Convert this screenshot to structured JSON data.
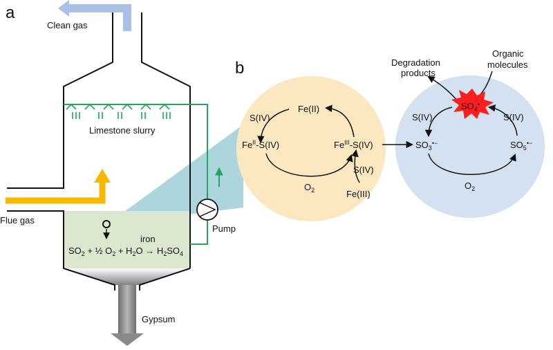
{
  "panel_a": {
    "label": "a",
    "clean_gas": "Clean gas",
    "limestone_slurry": "Limestone slurry",
    "flue_gas": "Flue gas",
    "pump": "Pump",
    "iron": "iron",
    "gypsum": "Gypsum",
    "reaction": {
      "so2": "SO",
      "two": "2",
      "half_o2": " + ½ O",
      "h2o": " + H",
      "o": "O",
      "arrow": " → ",
      "h2so4_h": "H",
      "so4": "SO",
      "four": "4"
    }
  },
  "panel_b": {
    "label": "b",
    "fe_cycle": {
      "fe_ii": "Fe(II)",
      "fe_ii_s_iv": "-S(IV)",
      "fe_iii_s_iv": "-S(IV)",
      "fe_prefix": "Fe",
      "sup_ii": "II",
      "sup_iii": "III",
      "s_iv_top": "S(IV)",
      "s_iv_right": "S(IV)",
      "fe_iii": "Fe(III)",
      "o2_o": "O",
      "o2_sub": "2"
    },
    "radical_cycle": {
      "so4": "SO",
      "so4_sub": "4",
      "so3": "SO",
      "so3_sub": "3",
      "so5": "SO",
      "so5_sub": "5",
      "radical": "•−",
      "radical_dot": "•",
      "s_iv_left": "S(IV)",
      "s_iv_right": "S(IV)",
      "o2_o": "O",
      "o2_sub": "2",
      "degradation_line1": "Degradation",
      "degradation_line2": "products",
      "organic_line1": "Organic",
      "organic_line2": "molecules"
    }
  },
  "colors": {
    "clean_gas_arrow": "#a9c1e6",
    "flue_gas_arrow": "#f6b800",
    "spray_green": "#22a55a",
    "liquid": "#dbe8cf",
    "cone": "#7f7f7f",
    "beam": "#7fbecd",
    "fe_circle": "#fbe7c0",
    "radical_circle": "#d3e1f0",
    "sulfate_star": "#ff1e1e"
  }
}
